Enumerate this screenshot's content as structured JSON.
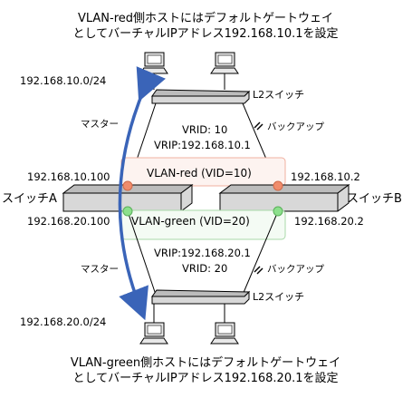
{
  "title_top": {
    "line1": "VLAN-red側ホストにはデフォルトゲートウェイ",
    "line2": "としてバーチャルIPアドレス192.168.10.1を設定"
  },
  "title_bottom": {
    "line1": "VLAN-green側ホストにはデフォルトゲートウェイ",
    "line2": "としてバーチャルIPアドレス192.168.20.1を設定"
  },
  "subnet_top": "192.168.10.0/24",
  "subnet_bottom": "192.168.20.0/24",
  "l2_switch_top_label": "L2スイッチ",
  "l2_switch_bottom_label": "L2スイッチ",
  "master_top": "マスター",
  "master_bottom": "マスター",
  "backup_top": "バックアップ",
  "backup_bottom": "バックアップ",
  "vrrp_red": {
    "vrid": "VRID: 10",
    "vrip": "VRIP:192.168.10.1"
  },
  "vrrp_green": {
    "vrip": "VRIP:192.168.20.1",
    "vrid": "VRID: 20"
  },
  "vlan_red_label": "VLAN-red (VID=10)",
  "vlan_green_label": "VLAN-green (VID=20)",
  "switch_a": {
    "label": "スイッチA",
    "ip_red": "192.168.10.100",
    "ip_green": "192.168.20.100"
  },
  "switch_b": {
    "label": "スイッチB",
    "ip_red": "192.168.10.2",
    "ip_green": "192.168.20.2"
  },
  "colors": {
    "red_dot": "#f08c6c",
    "green_dot": "#8ce08c",
    "red_box_border": "#f0b0a0",
    "green_box_border": "#a8d8a8",
    "arrow": "#3a64b8",
    "switch_fill": "#d8d8d8"
  }
}
